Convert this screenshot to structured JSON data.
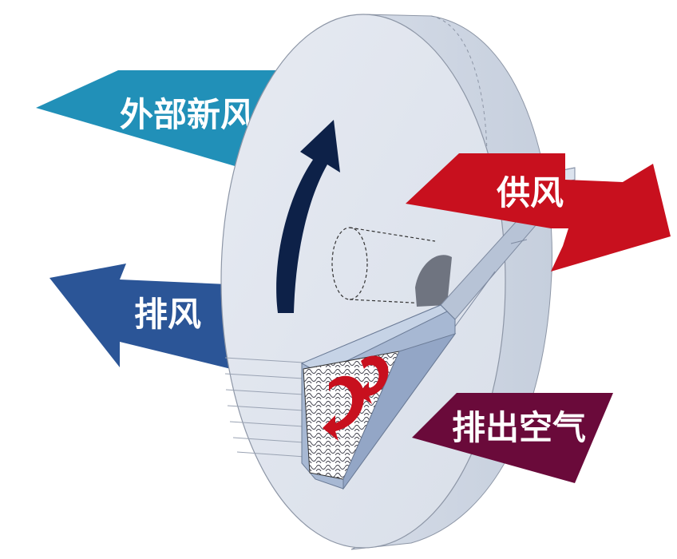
{
  "labels": {
    "outdoor_fresh_air": "外部新风",
    "exhaust_air": "排风",
    "supply_air": "供风",
    "discharge_air": "排出空气"
  },
  "colors": {
    "outdoor_fresh_air": "#2190b8",
    "exhaust_air": "#2b5597",
    "supply_air": "#c8101e",
    "discharge_air": "#6a0a3a",
    "rotation_arrow": "#0d2148",
    "wheel": "#dde3ed",
    "flow_swirl": "#c8101e"
  },
  "icons": {
    "rotation": "rotation-arrow-icon",
    "flow": "swirl-flow-icon"
  }
}
